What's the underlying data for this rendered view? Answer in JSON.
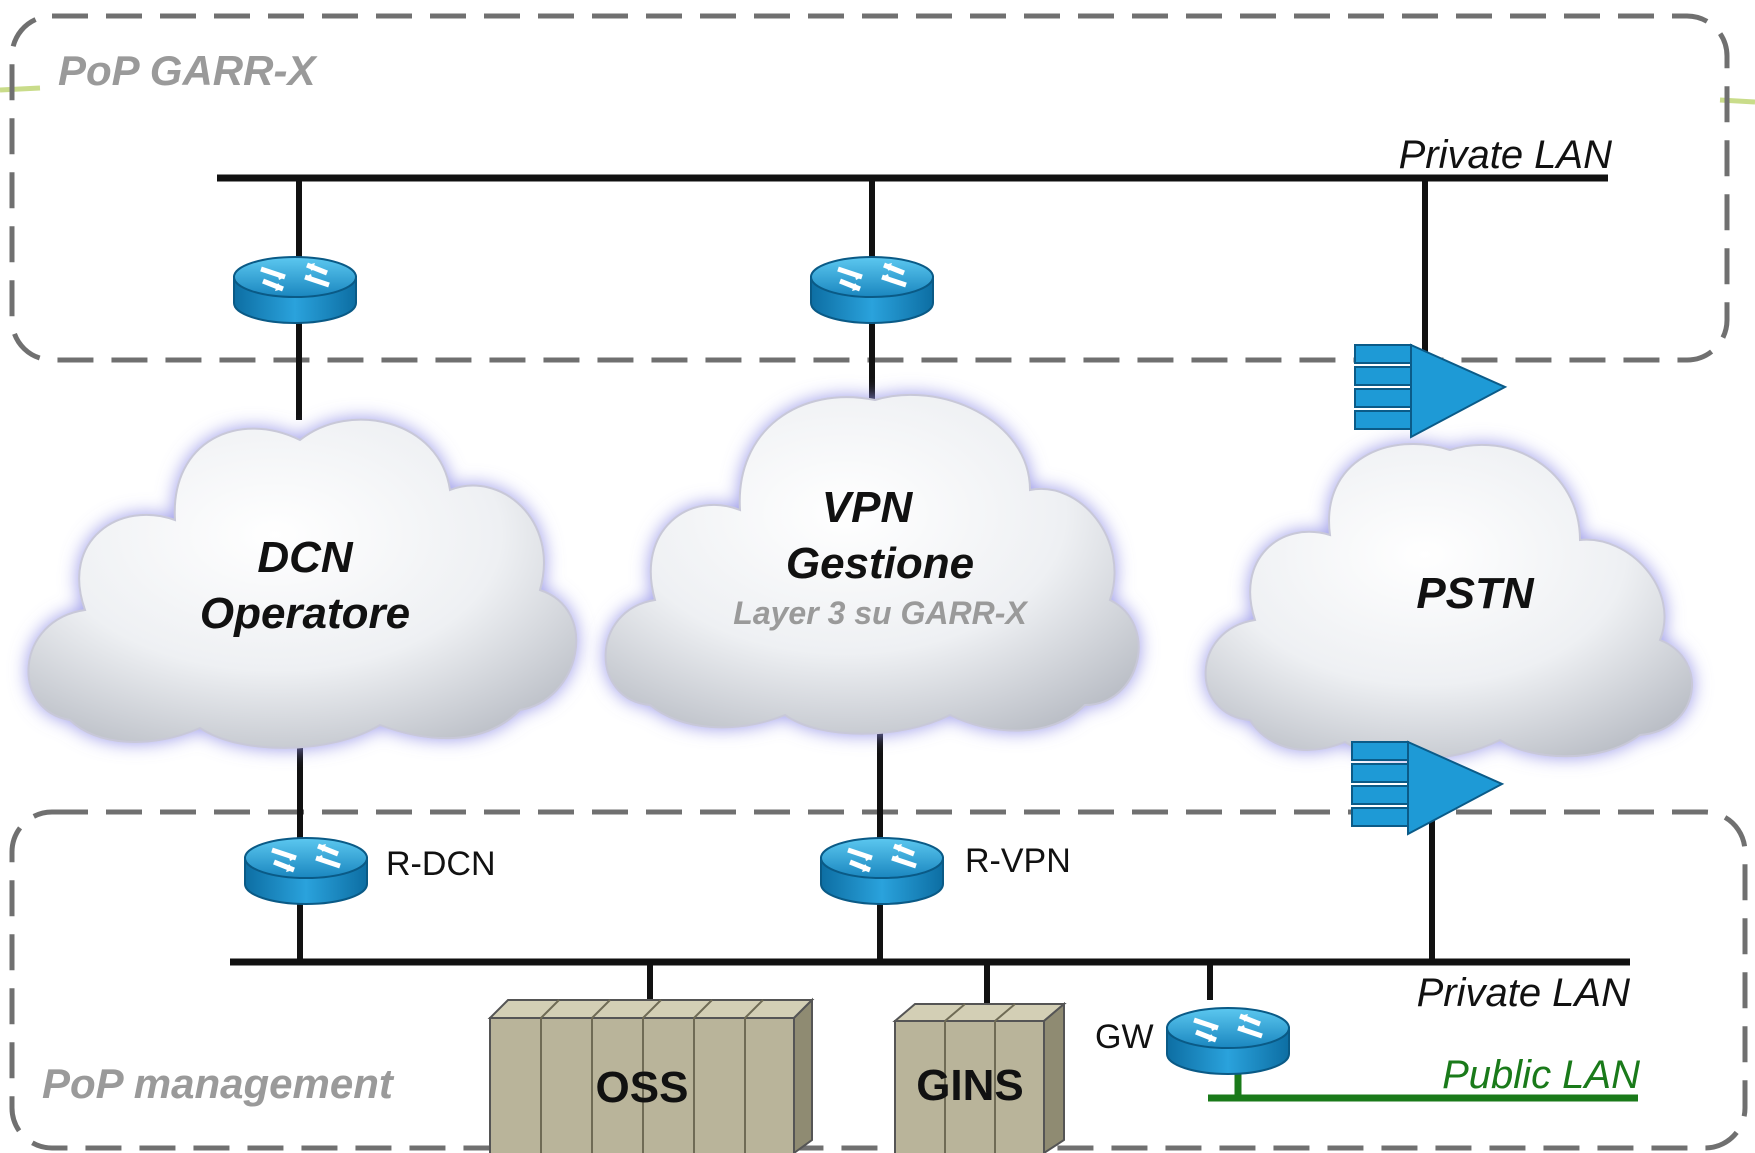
{
  "zones": {
    "garr": {
      "title": "PoP GARR-X"
    },
    "management": {
      "title": "PoP management"
    }
  },
  "clouds": {
    "dcn": {
      "line1": "DCN",
      "line2": "Operatore"
    },
    "vpn": {
      "line1": "VPN",
      "line2": "Gestione",
      "subtitle": "Layer 3 su GARR-X"
    },
    "pstn": {
      "line1": "PSTN"
    }
  },
  "lans": {
    "top_private": "Private LAN",
    "bottom_private": "Private LAN",
    "public": "Public LAN"
  },
  "routers": {
    "r_dcn": "R-DCN",
    "r_vpn": "R-VPN",
    "gw": "GW"
  },
  "servers": {
    "oss": "OSS",
    "gins": "GINS"
  },
  "colors": {
    "router_blue": "#1f8fc4",
    "gateway_device_blue": "#1e9ad6",
    "server_khaki": "#b9b49a",
    "public_lan_green": "#1a7a1a",
    "zone_dash_gray": "#707070",
    "accent_green": "#9acd32"
  },
  "icons": {
    "router": "router-icon",
    "voice_gateway": "voice-gateway-icon",
    "server_rack": "server-rack-icon",
    "cloud": "cloud-icon"
  }
}
